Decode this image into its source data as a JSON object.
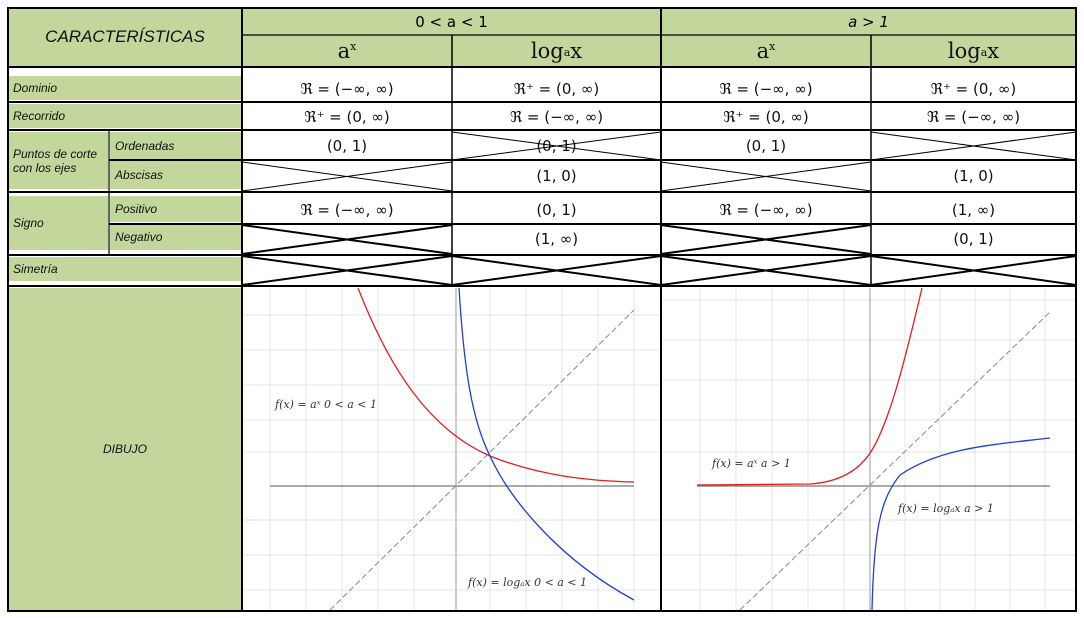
{
  "header": {
    "title": "CARACTERÍSTICAS",
    "group1": "0 < a < 1",
    "group2": "a > 1",
    "fn_exp_base": "a",
    "fn_exp_sup": "x",
    "fn_log_base": "log",
    "fn_log_sub": "a",
    "fn_log_arg": " x"
  },
  "rows": {
    "dominio": {
      "label": "Dominio",
      "values": [
        "ℜ = (−∞, ∞)",
        "ℜ⁺ = (0, ∞)",
        "ℜ = (−∞, ∞)",
        "ℜ⁺ = (0, ∞)"
      ]
    },
    "recorrido": {
      "label": "Recorrido",
      "values": [
        "ℜ⁺ = (0, ∞)",
        "ℜ = (−∞, ∞)",
        "ℜ⁺ = (0, ∞)",
        "ℜ = (−∞, ∞)"
      ]
    },
    "puntos": {
      "label": "Puntos de corte con los ejes",
      "ordenadas": {
        "label": "Ordenadas",
        "values": [
          "(0, 1)",
          "(0, 1)",
          "(0, 1)",
          ""
        ]
      },
      "abscisas": {
        "label": "Abscisas",
        "values": [
          "",
          "(1, 0)",
          "",
          "(1, 0)"
        ]
      }
    },
    "signo": {
      "label": "Signo",
      "positivo": {
        "label": "Positivo",
        "values": [
          "ℜ = (−∞, ∞)",
          "(0, 1)",
          "ℜ = (−∞, ∞)",
          "(1, ∞)"
        ]
      },
      "negativo": {
        "label": "Negativo",
        "values": [
          "",
          "(1, ∞)",
          "",
          "(0, 1)"
        ]
      }
    },
    "simetria": {
      "label": "Simetría"
    },
    "dibujo": {
      "label": "DIBUJO",
      "graph1": {
        "exp_label": "f(x) = aˣ   0 < a < 1",
        "log_label": "f(x) = logₐx   0 < a < 1"
      },
      "graph2": {
        "exp_label": "f(x) = aˣ   a > 1",
        "log_label": "f(x) = logₐx   a > 1"
      }
    }
  },
  "colors": {
    "header_bg": "#c3d69b",
    "exp_curve": "#e02020",
    "log_curve": "#1f3fd6",
    "border": "#000000"
  }
}
